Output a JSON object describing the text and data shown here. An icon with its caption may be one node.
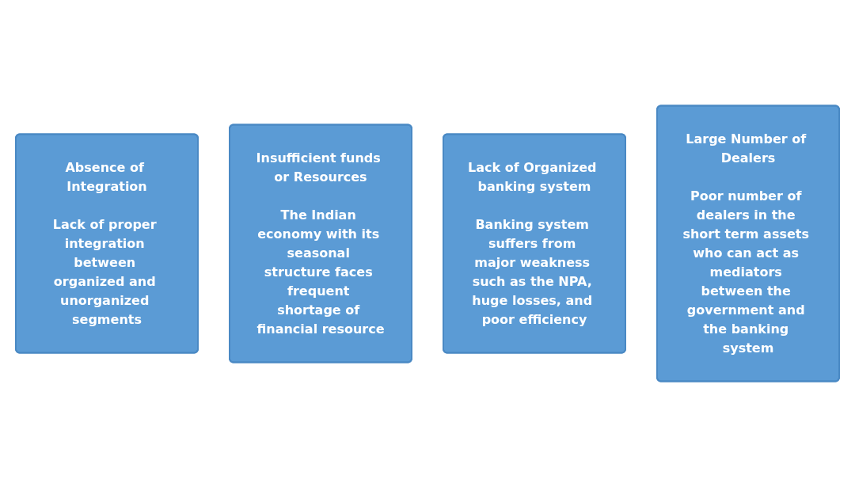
{
  "diagram": {
    "nodes": [
      {
        "text": [
          "Absence of Integration",
          "Lack of proper integration between organized and unorganized segments"
        ]
      },
      {
        "text": [
          "Insufficient funds or Resources",
          "The Indian economy with its seasonal structure faces frequent shortage of financial resource"
        ]
      },
      {
        "text": [
          "Lack of Organized banking system",
          "Banking system suffers from major weakness such as the NPA, huge losses, and poor efficiency"
        ]
      },
      {
        "text": [
          "Large Number of Dealers",
          "Poor number of dealers in the short term assets who can act as mediators between the government and the banking system"
        ]
      }
    ],
    "edges": []
  }
}
